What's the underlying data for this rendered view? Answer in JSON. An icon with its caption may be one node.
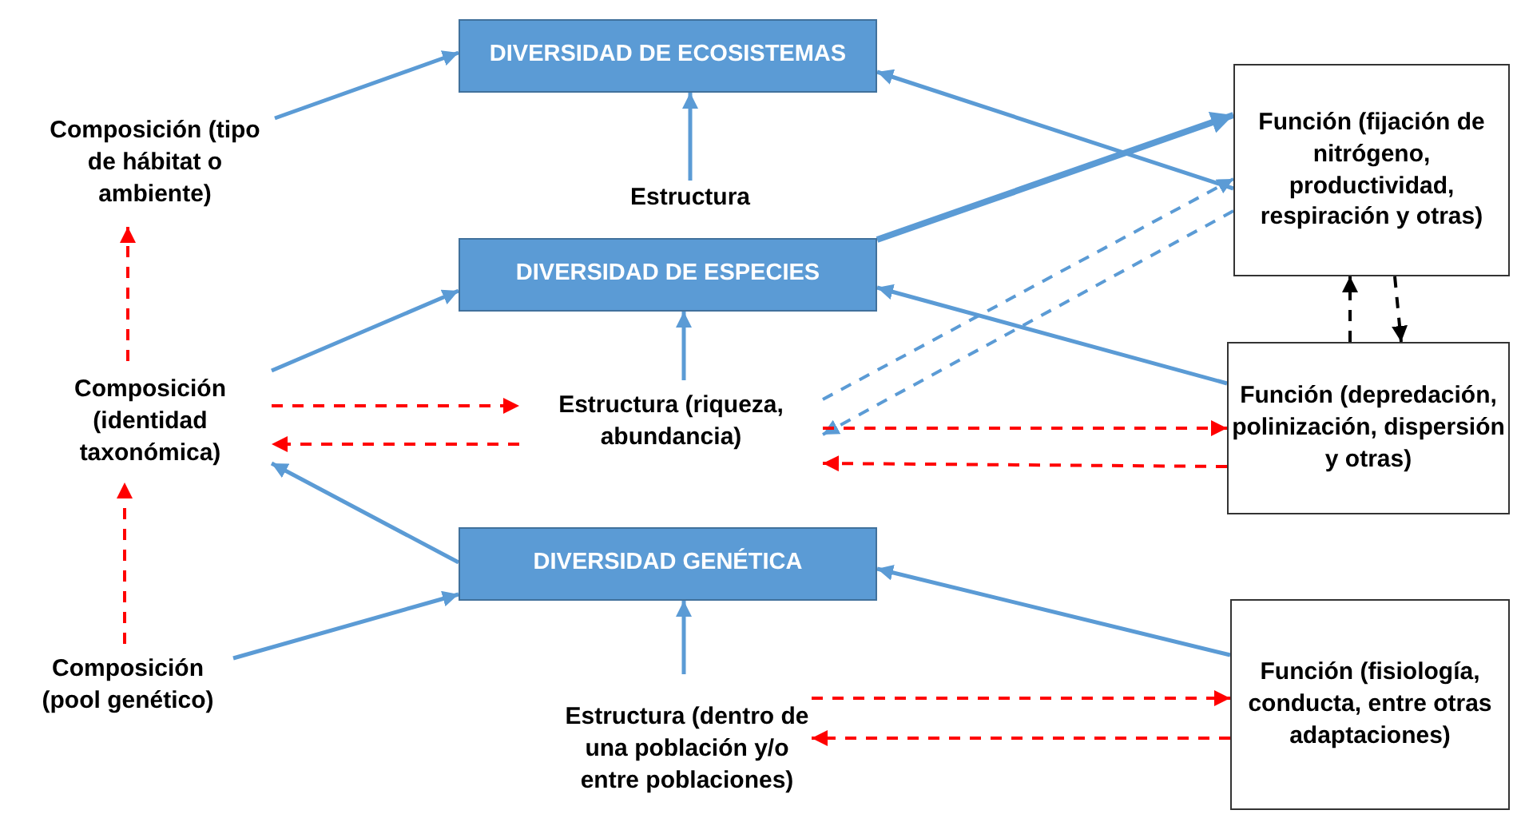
{
  "diagram": {
    "nodes": [
      {
        "text": [
          "DIVERSIDAD DE ECOSISTEMAS"
        ]
      },
      {
        "text": [
          "Composición (tipo de hábitat o ambiente)"
        ]
      },
      {
        "text": [
          "Estructura"
        ]
      },
      {
        "text": [
          "Función (fijación de nitrógeno, productividad, respiración y otras)"
        ]
      },
      {
        "text": [
          "DIVERSIDAD DE ESPECIES"
        ]
      },
      {
        "text": [
          "Composición (identidad taxonómica)"
        ]
      },
      {
        "text": [
          "Estructura (riqueza, abundancia)"
        ]
      },
      {
        "text": [
          "Función (depredación, polinización, dispersión y otras)"
        ]
      },
      {
        "text": [
          "DIVERSIDAD GENÉTICA"
        ]
      },
      {
        "text": [
          "Composición (pool genético)"
        ]
      },
      {
        "text": [
          "Estructura (dentro de una población y/o entre poblaciones)"
        ]
      },
      {
        "text": [
          "Función (fisiología, conducta, entre otras adaptaciones)"
        ]
      }
    ],
    "edges": [
      {
        "from": 1,
        "to": 0,
        "arrow": "to"
      },
      {
        "from": 2,
        "to": 0,
        "arrow": "to"
      },
      {
        "from": 3,
        "to": 0,
        "arrow": "to"
      },
      {
        "from": 4,
        "to": 3,
        "arrow": "to",
        "style": "thick"
      },
      {
        "from": 5,
        "to": 4,
        "arrow": "to"
      },
      {
        "from": 6,
        "to": 4,
        "arrow": "to"
      },
      {
        "from": 7,
        "to": 4,
        "arrow": "to"
      },
      {
        "from": 6,
        "to": 3,
        "arrow": "to",
        "style": "dashed"
      },
      {
        "from": 3,
        "to": 6,
        "arrow": "to",
        "style": "dashed"
      },
      {
        "from": 8,
        "to": 5,
        "arrow": "to"
      },
      {
        "from": 9,
        "to": 8,
        "arrow": "to"
      },
      {
        "from": 10,
        "to": 8,
        "arrow": "to"
      },
      {
        "from": 11,
        "to": 8,
        "arrow": "to"
      },
      {
        "from": 5,
        "to": 1,
        "arrow": "to",
        "style": "dashed",
        "color": "#ff0000"
      },
      {
        "from": 9,
        "to": 5,
        "arrow": "to",
        "style": "dashed",
        "color": "#ff0000"
      },
      {
        "from": 5,
        "to": 6,
        "arrow": "to",
        "style": "dashed",
        "color": "#ff0000"
      },
      {
        "from": 6,
        "to": 5,
        "arrow": "to",
        "style": "dashed",
        "color": "#ff0000"
      },
      {
        "from": 6,
        "to": 7,
        "arrow": "to",
        "style": "dashed",
        "color": "#ff0000"
      },
      {
        "from": 7,
        "to": 6,
        "arrow": "to",
        "style": "dashed",
        "color": "#ff0000"
      },
      {
        "from": 10,
        "to": 11,
        "arrow": "to",
        "style": "dashed",
        "color": "#ff0000"
      },
      {
        "from": 11,
        "to": 10,
        "arrow": "to",
        "style": "dashed",
        "color": "#ff0000"
      },
      {
        "from": 7,
        "to": 3,
        "arrow": "to",
        "style": "dashed",
        "color": "#000000"
      },
      {
        "from": 3,
        "to": 7,
        "arrow": "to",
        "style": "dashed",
        "color": "#000000"
      }
    ]
  }
}
